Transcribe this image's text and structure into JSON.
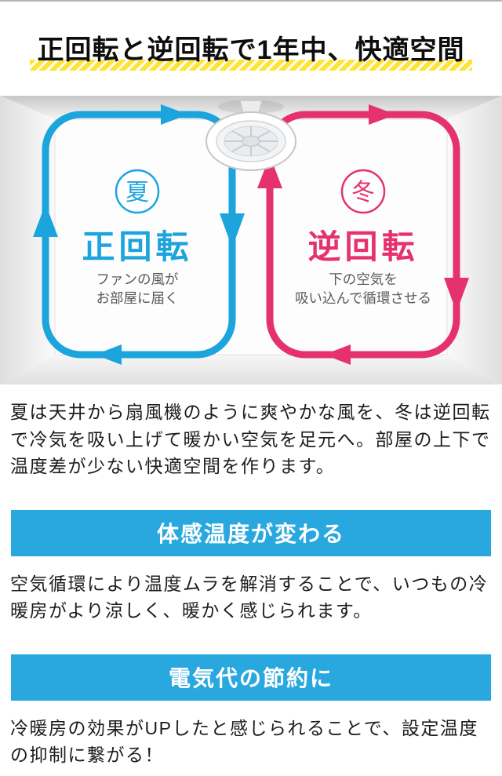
{
  "title": "正回転と逆回転で1年中、快適空間",
  "diagram": {
    "summer": {
      "badge": "夏",
      "label": "正回転",
      "caption1": "ファンの風が",
      "caption2": "お部屋に届く",
      "color": "#1ca4dd"
    },
    "winter": {
      "badge": "冬",
      "label": "逆回転",
      "caption1": "下の空気を",
      "caption2": "吸い込んで循環させる",
      "color": "#e5326d"
    }
  },
  "intro_text": "夏は天井から扇風機のように爽やかな風を、冬は逆回転で冷気を吸い上げて暖かい空気を足元へ。部屋の上下で温度差が少ない快適空間を作ります。",
  "features": [
    {
      "heading": "体感温度が変わる",
      "body": "空気循環により温度ムラを解消することで、いつもの冷暖房がより涼しく、暖かく感じられます。"
    },
    {
      "heading": "電気代の節約に",
      "body": "冷暖房の効果がUPしたと感じられることで、設定温度の抑制に繋がる！"
    }
  ],
  "colors": {
    "banner_blue": "#29a8e0",
    "stripe_yellow": "#ffe437",
    "airflow_blue": "#1ca4dd",
    "airflow_pink": "#e5326d"
  }
}
